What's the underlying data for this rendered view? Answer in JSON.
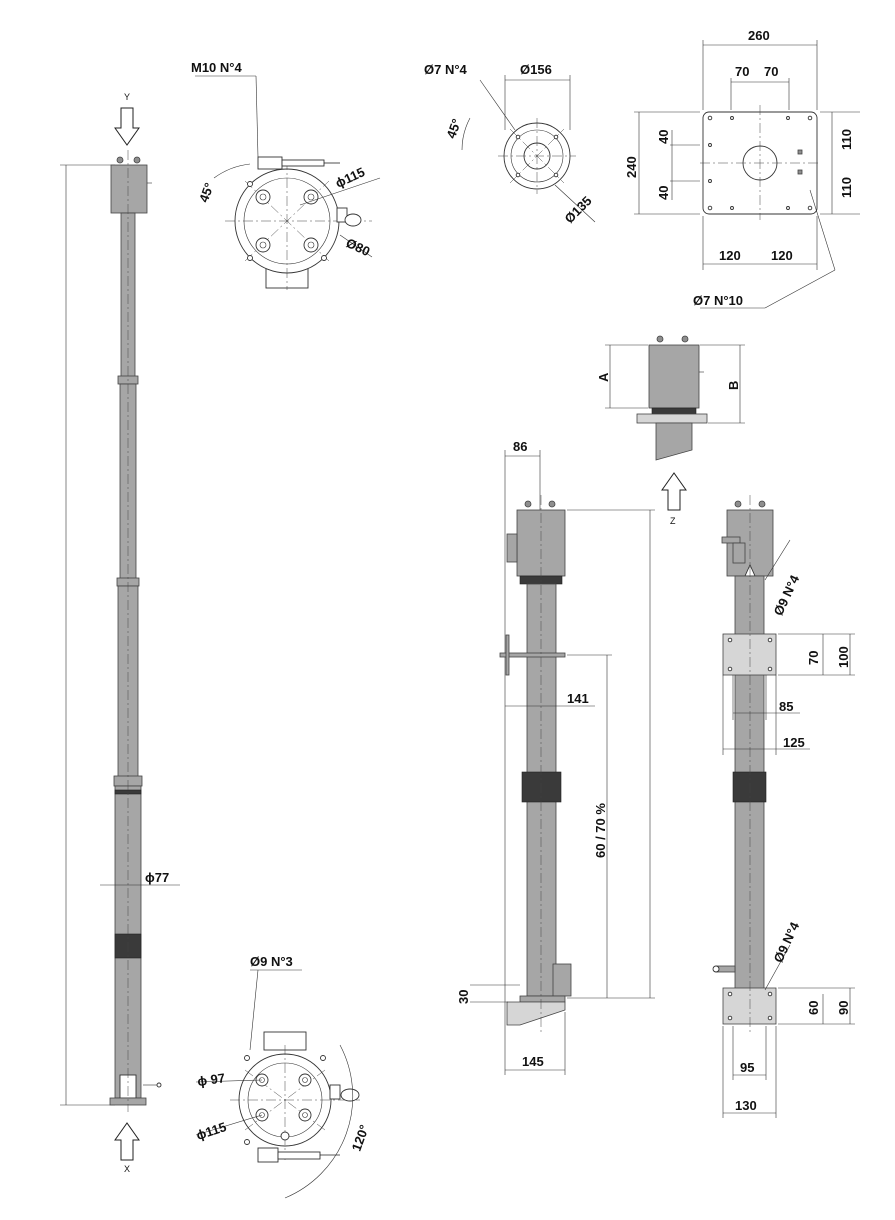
{
  "labels": {
    "m10_n4": "M10 N°4",
    "angle_45_top": "45°",
    "d115_top": "ϕ115",
    "d80": "Ø80",
    "y_axis": "Y",
    "x_axis": "X",
    "z_axis": "Z",
    "d7_n4": "Ø7 N°4",
    "d156": "Ø156",
    "angle_45_flange": "45°",
    "d135": "Ø135",
    "w260": "260",
    "w70a": "70",
    "w70b": "70",
    "h240": "240",
    "h40a": "40",
    "h40b": "40",
    "h110a": "110",
    "h110b": "110",
    "w120a": "120",
    "w120b": "120",
    "d7_n10": "Ø7 N°10",
    "dim_a": "A",
    "dim_b": "B",
    "w86": "86",
    "w141": "141",
    "percent": "60 / 70 %",
    "h30": "30",
    "w145": "145",
    "d9_n4_top": "Ø9 N°4",
    "h70": "70",
    "h100": "100",
    "w85": "85",
    "w125": "125",
    "d9_n4_bottom": "Ø9 N°4",
    "h60": "60",
    "h90": "90",
    "w95": "95",
    "w130": "130",
    "d77": "ϕ77",
    "d9_n3": "Ø9 N°3",
    "d97": "ϕ 97",
    "d115_bottom": "ϕ115",
    "angle_120": "120°"
  },
  "colors": {
    "pipe": "#a6a6a6",
    "band": "#3a3a3a",
    "plate": "#d6d6d6",
    "line": "#222222"
  }
}
